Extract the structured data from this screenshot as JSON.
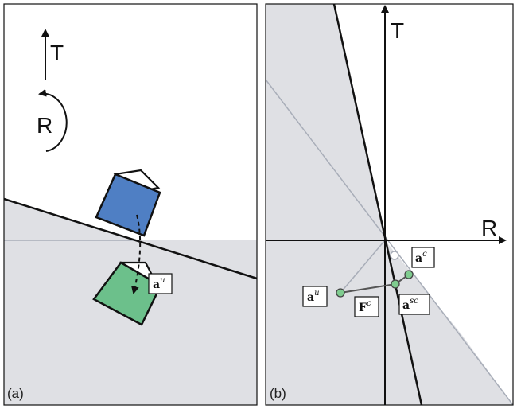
{
  "panels": {
    "a": {
      "label": "(a)"
    },
    "b": {
      "label": "(b)"
    }
  },
  "axes": {
    "translation": "T",
    "rotation": "R"
  },
  "vectors": {
    "a_u": {
      "base": "a",
      "sup": "u"
    },
    "a_c": {
      "base": "a",
      "sup": "c"
    },
    "a_sc": {
      "base": "a",
      "sup": "sc"
    },
    "F_c": {
      "base": "F",
      "sup": "c"
    }
  },
  "colors": {
    "halfplane": "#dfe0e4",
    "free_block": "#4f7fc4",
    "resolved_block": "#6cc08b",
    "point_green": "#7fcc8f",
    "frame": "#111111",
    "guide_line": "#a8adb8"
  }
}
